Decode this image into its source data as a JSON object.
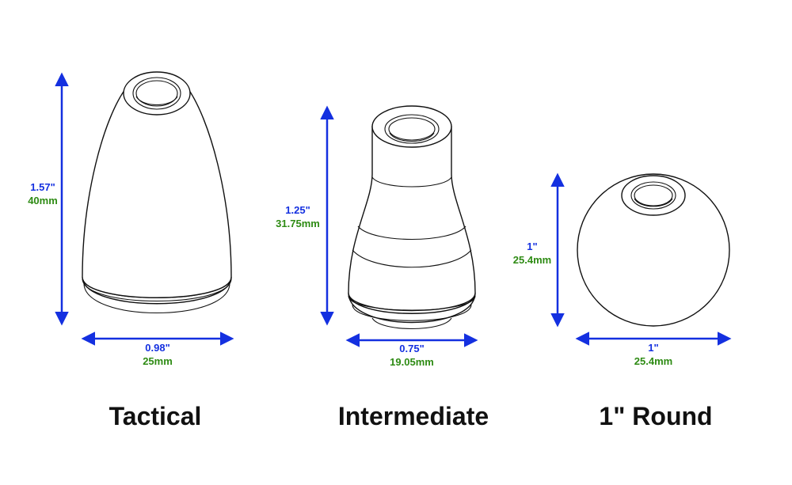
{
  "colors": {
    "dimension_line": "#1430e0",
    "inch_text": "#1430e0",
    "mm_text": "#2e8b14",
    "outline": "#111111"
  },
  "items": [
    {
      "name": "Tactical",
      "height_in": "1.57\"",
      "height_mm": "40mm",
      "width_in": "0.98\"",
      "width_mm": "25mm"
    },
    {
      "name": "Intermediate",
      "height_in": "1.25\"",
      "height_mm": "31.75mm",
      "width_in": "0.75\"",
      "width_mm": "19.05mm"
    },
    {
      "name": "1\" Round",
      "height_in": "1\"",
      "height_mm": "25.4mm",
      "width_in": "1\"",
      "width_mm": "25.4mm"
    }
  ]
}
